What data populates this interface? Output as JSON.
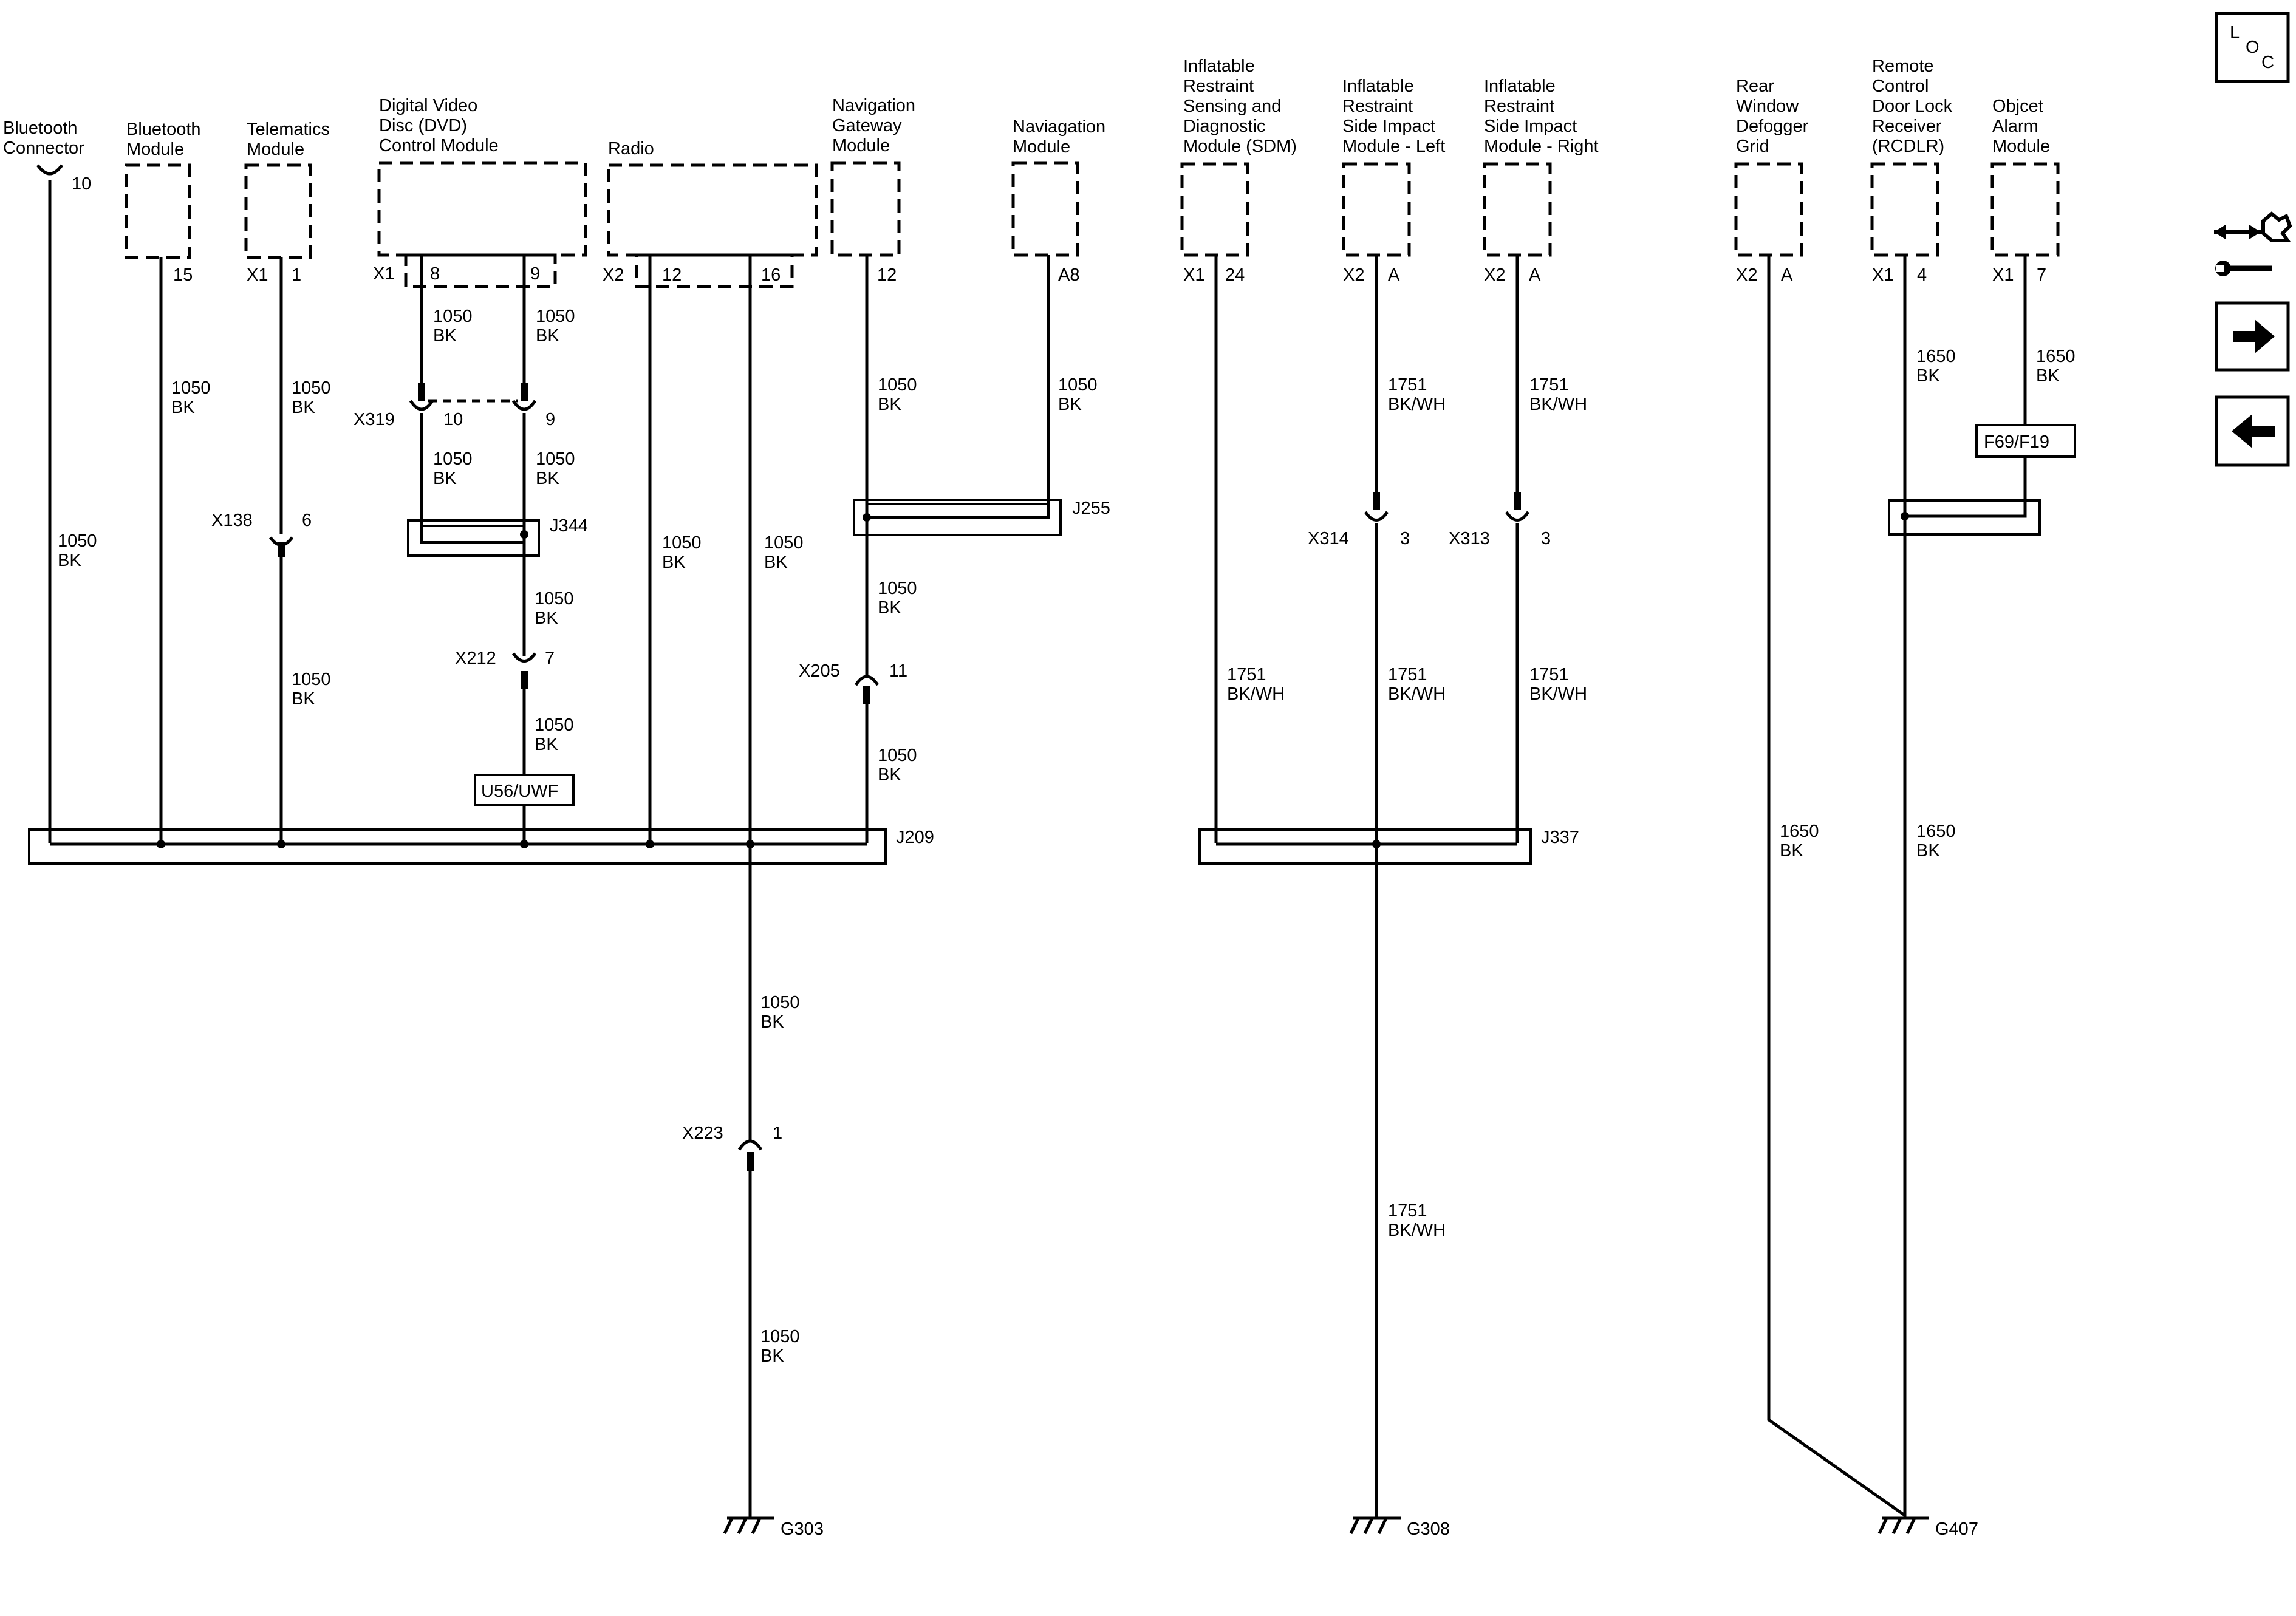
{
  "icons": {
    "loc_icon": "loc-icon",
    "tools_icon": "connector-wrench-icon",
    "next_icon": "right-arrow-icon",
    "prev_icon": "left-arrow-icon"
  },
  "modules": {
    "bt_connector": {
      "l1": "Bluetooth",
      "l2": "Connector",
      "pin": "10"
    },
    "bt_module": {
      "l1": "Bluetooth",
      "l2": "Module",
      "pin": "15"
    },
    "telematics": {
      "l1": "Telematics",
      "l2": "Module",
      "conn": "X1",
      "pin": "1"
    },
    "dvd": {
      "l1": "Digital Video",
      "l2": "Disc (DVD)",
      "l3": "Control Module",
      "conn": "X1",
      "pin_a": "8",
      "pin_b": "9"
    },
    "radio": {
      "l1": "Radio",
      "conn": "X2",
      "pin_a": "12",
      "pin_b": "16"
    },
    "nav_gateway": {
      "l1": "Navigation",
      "l2": "Gateway",
      "l3": "Module",
      "pin": "12"
    },
    "nav_module": {
      "l1": "Naviagation",
      "l2": "Module",
      "pin": "A8"
    },
    "sdm": {
      "l1": "Inflatable",
      "l2": "Restraint",
      "l3": "Sensing and",
      "l4": "Diagnostic",
      "l5": "Module (SDM)",
      "conn": "X1",
      "pin": "24"
    },
    "side_left": {
      "l1": "Inflatable",
      "l2": "Restraint",
      "l3": "Side Impact",
      "l4": "Module - Left",
      "conn": "X2",
      "pin": "A"
    },
    "side_right": {
      "l1": "Inflatable",
      "l2": "Restraint",
      "l3": "Side Impact",
      "l4": "Module - Right",
      "conn": "X2",
      "pin": "A"
    },
    "rear_defogger": {
      "l1": "Rear",
      "l2": "Window",
      "l3": "Defogger",
      "l4": "Grid",
      "conn": "X2",
      "pin": "A"
    },
    "rcdlr": {
      "l1": "Remote",
      "l2": "Control",
      "l3": "Door Lock",
      "l4": "Receiver",
      "l5": "(RCDLR)",
      "conn": "X1",
      "pin": "4"
    },
    "object_alarm": {
      "l1": "Objcet",
      "l2": "Alarm",
      "l3": "Module",
      "conn": "X1",
      "pin": "7"
    }
  },
  "wires": {
    "g1050": "1050",
    "bk": "BK",
    "g1751": "1751",
    "bkwh": "BK/WH",
    "g1650": "1650"
  },
  "connectors": {
    "x319": {
      "id": "X319",
      "pin_a": "10",
      "pin_b": "9"
    },
    "x138": {
      "id": "X138",
      "pin": "6"
    },
    "x212": {
      "id": "X212",
      "pin": "7"
    },
    "x205": {
      "id": "X205",
      "pin": "11"
    },
    "x223": {
      "id": "X223",
      "pin": "1"
    },
    "x314": {
      "id": "X314",
      "pin": "3"
    },
    "x313": {
      "id": "X313",
      "pin": "3"
    }
  },
  "splices": {
    "j344": "J344",
    "j255": "J255",
    "j209": "J209",
    "j337": "J337"
  },
  "options": {
    "u56": "U56/UWF",
    "f69": "F69/F19"
  },
  "grounds": {
    "g303": "G303",
    "g308": "G308",
    "g407": "G407"
  },
  "loc": {
    "l": "L",
    "o": "O",
    "c": "C"
  }
}
